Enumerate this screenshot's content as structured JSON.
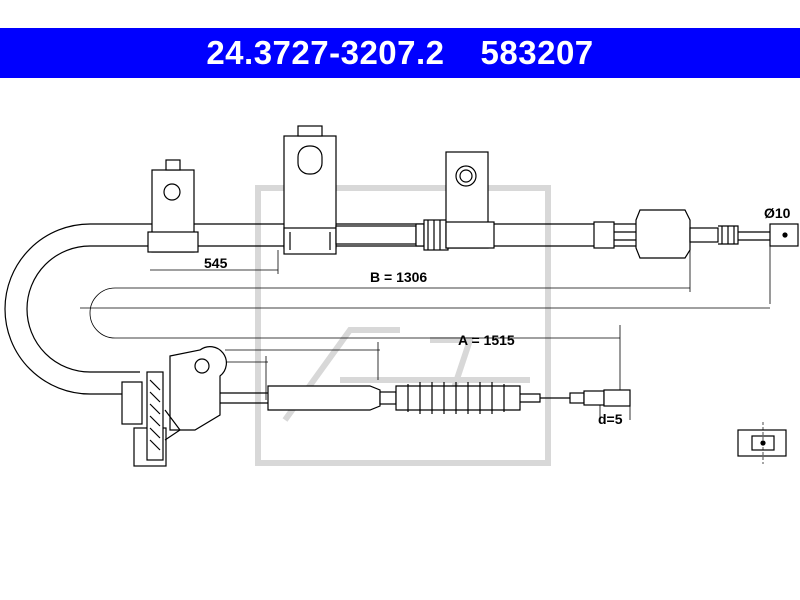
{
  "header": {
    "part_number": "24.3727-3207.2",
    "ref_number": "583207",
    "bg_color": "#0000ff"
  },
  "dimensions": {
    "d545": "545",
    "b": "B = 1306",
    "a": "A = 1515",
    "d": "d=5",
    "diameter": "Ø10"
  },
  "icons": {
    "watermark": "ate-logo-watermark",
    "connector": "end-connector-icon"
  }
}
